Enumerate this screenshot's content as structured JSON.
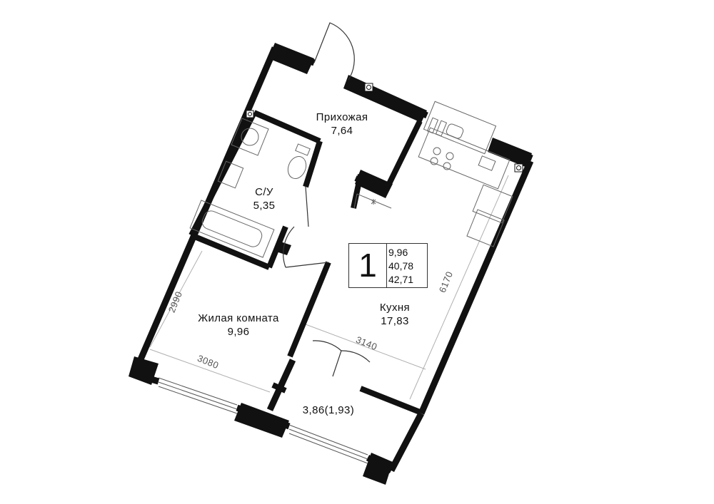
{
  "rooms": {
    "hallway": {
      "name": "Прихожая",
      "area": "7,64"
    },
    "bathroom": {
      "name": "С/У",
      "area": "5,35"
    },
    "living_room": {
      "name": "Жилая комната",
      "area": "9,96"
    },
    "kitchen": {
      "name": "Кухня",
      "area": "17,83"
    },
    "balcony": {
      "area": "3,86(1,93)"
    }
  },
  "summary": {
    "room_count": "1",
    "living_area": "9,96",
    "total_area": "40,78",
    "total_with_balcony": "42,71"
  },
  "dimensions": {
    "living_height": "2990",
    "living_width": "3080",
    "kitchen_width": "3140",
    "kitchen_length": "6170"
  },
  "colors": {
    "wall": "#111111",
    "line": "#9a9a9a",
    "background": "#ffffff"
  }
}
